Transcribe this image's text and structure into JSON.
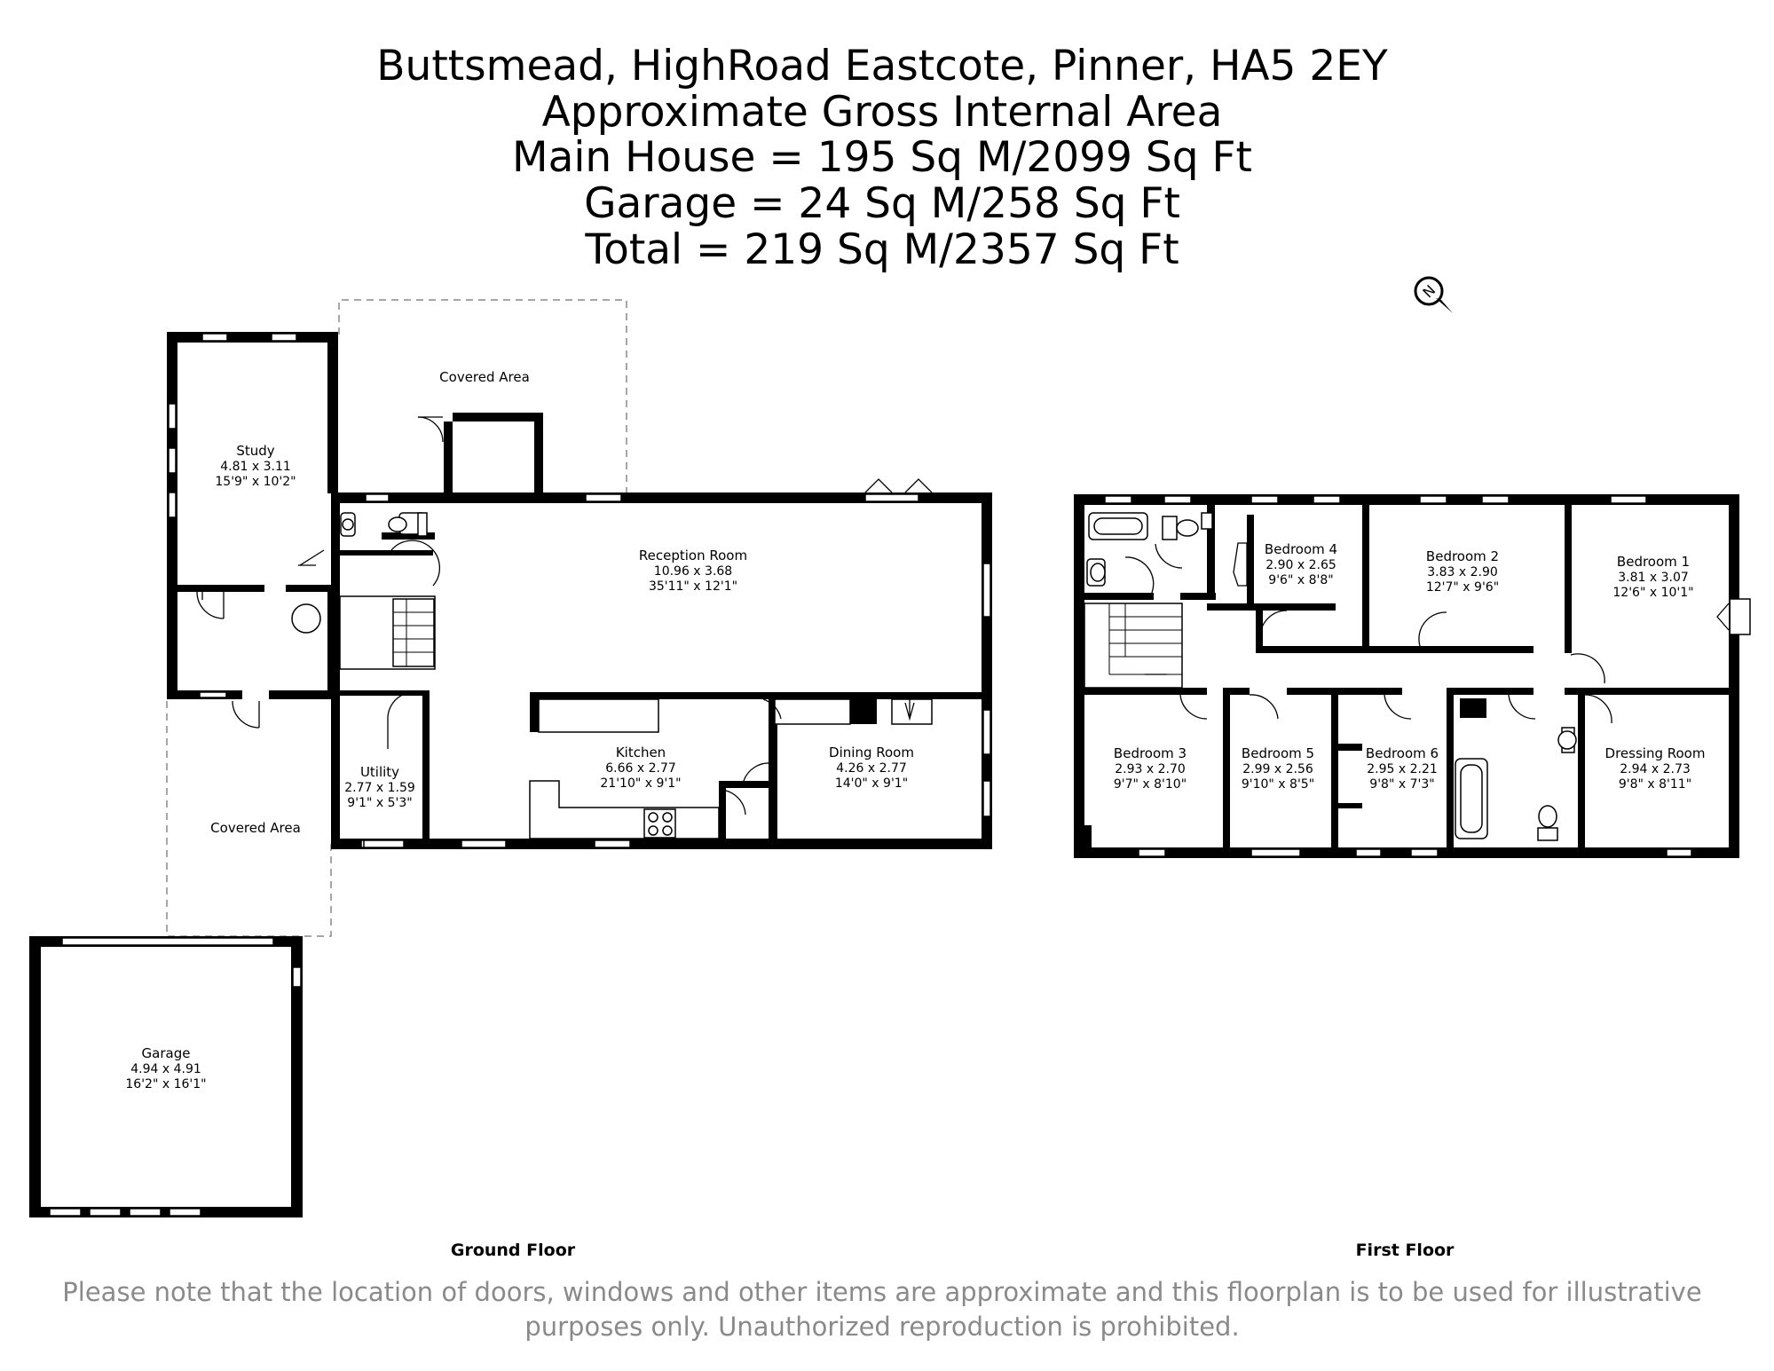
{
  "header": {
    "line1": "Buttsmead, HighRoad Eastcote, Pinner, HA5 2EY",
    "line2": "Approximate Gross Internal Area",
    "line3": "Main House = 195 Sq M/2099 Sq Ft",
    "line4": "Garage = 24 Sq M/258 Sq Ft",
    "line5": "Total = 219 Sq M/2357 Sq Ft"
  },
  "compass_icon": "north-compass-icon",
  "ground_floor": {
    "label": "Ground Floor",
    "rooms": [
      {
        "name": "Covered Area",
        "dims_m": "",
        "dims_ft": ""
      },
      {
        "name": "Study",
        "dims_m": "4.81 x 3.11",
        "dims_ft": "15'9\" x 10'2\""
      },
      {
        "name": "Reception Room",
        "dims_m": "10.96 x 3.68",
        "dims_ft": "35'11\" x 12'1\""
      },
      {
        "name": "Kitchen",
        "dims_m": "6.66 x 2.77",
        "dims_ft": "21'10\" x 9'1\""
      },
      {
        "name": "Dining Room",
        "dims_m": "4.26 x 2.77",
        "dims_ft": "14'0\" x 9'1\""
      },
      {
        "name": "Utility",
        "dims_m": "2.77 x 1.59",
        "dims_ft": "9'1\" x 5'3\""
      },
      {
        "name": "Covered Area",
        "dims_m": "",
        "dims_ft": ""
      },
      {
        "name": "Garage",
        "dims_m": "4.94 x 4.91",
        "dims_ft": "16'2\" x 16'1\""
      }
    ]
  },
  "first_floor": {
    "label": "First Floor",
    "rooms": [
      {
        "name": "Bedroom 4",
        "dims_m": "2.90 x 2.65",
        "dims_ft": "9'6\" x 8'8\""
      },
      {
        "name": "Bedroom 2",
        "dims_m": "3.83 x 2.90",
        "dims_ft": "12'7\" x 9'6\""
      },
      {
        "name": "Bedroom 1",
        "dims_m": "3.81 x 3.07",
        "dims_ft": "12'6\" x 10'1\""
      },
      {
        "name": "Bedroom 3",
        "dims_m": "2.93 x 2.70",
        "dims_ft": "9'7\" x 8'10\""
      },
      {
        "name": "Bedroom 5",
        "dims_m": "2.99 x 2.56",
        "dims_ft": "9'10\" x 8'5\""
      },
      {
        "name": "Bedroom 6",
        "dims_m": "2.95 x 2.21",
        "dims_ft": "9'8\" x 7'3\""
      },
      {
        "name": "Dressing Room",
        "dims_m": "2.94 x 2.73",
        "dims_ft": "9'8\" x 8'11\""
      }
    ]
  },
  "disclaimer": {
    "line1": "Please note that the location of doors, windows and other items are approximate and this floorplan is to be used for illustrative",
    "line2": "purposes only. Unauthorized reproduction is prohibited."
  }
}
